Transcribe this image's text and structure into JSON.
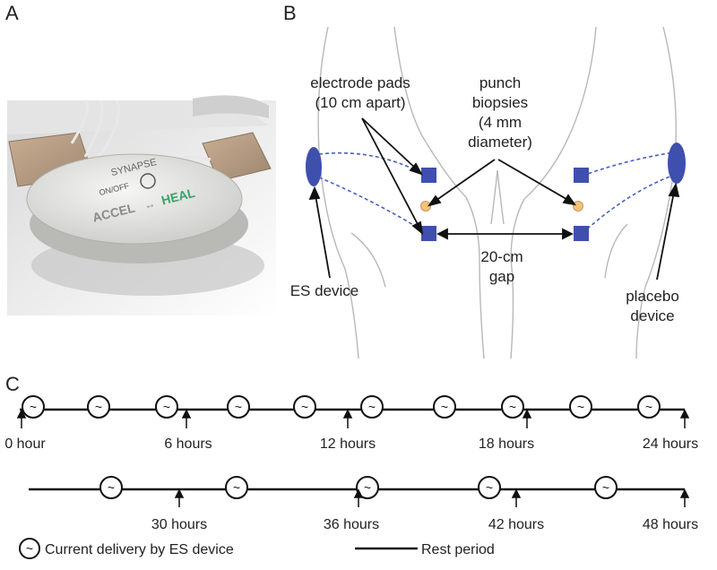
{
  "panel_labels": {
    "a": "A",
    "b": "B",
    "c": "C"
  },
  "device": {
    "brand": "SYNAPSE",
    "switch_label": "ON/OFF",
    "product_name_left": "ACCEL",
    "product_name_right": "HEAL"
  },
  "panel_b": {
    "electrode_pads": [
      "electrode pads",
      "(10 cm apart)"
    ],
    "punch_biopsies": [
      "punch",
      "biopsies",
      "(4 mm",
      "diameter)"
    ],
    "gap": [
      "20-cm",
      "gap"
    ],
    "es_device": "ES device",
    "placebo_device": [
      "placebo",
      "device"
    ],
    "colors": {
      "device": "#3f4fae",
      "pad": "#3f4fae",
      "biopsy": "#f2c27a",
      "lead": "#4a5fc4"
    }
  },
  "panel_c": {
    "row1_ticks": [
      "0 hour",
      "6 hours",
      "12 hours",
      "18 hours",
      "24 hours"
    ],
    "row2_ticks": [
      "30 hours",
      "36 hours",
      "42 hours",
      "48 hours"
    ],
    "legend": {
      "current": "Current delivery by ES device",
      "rest": "Rest period"
    }
  }
}
